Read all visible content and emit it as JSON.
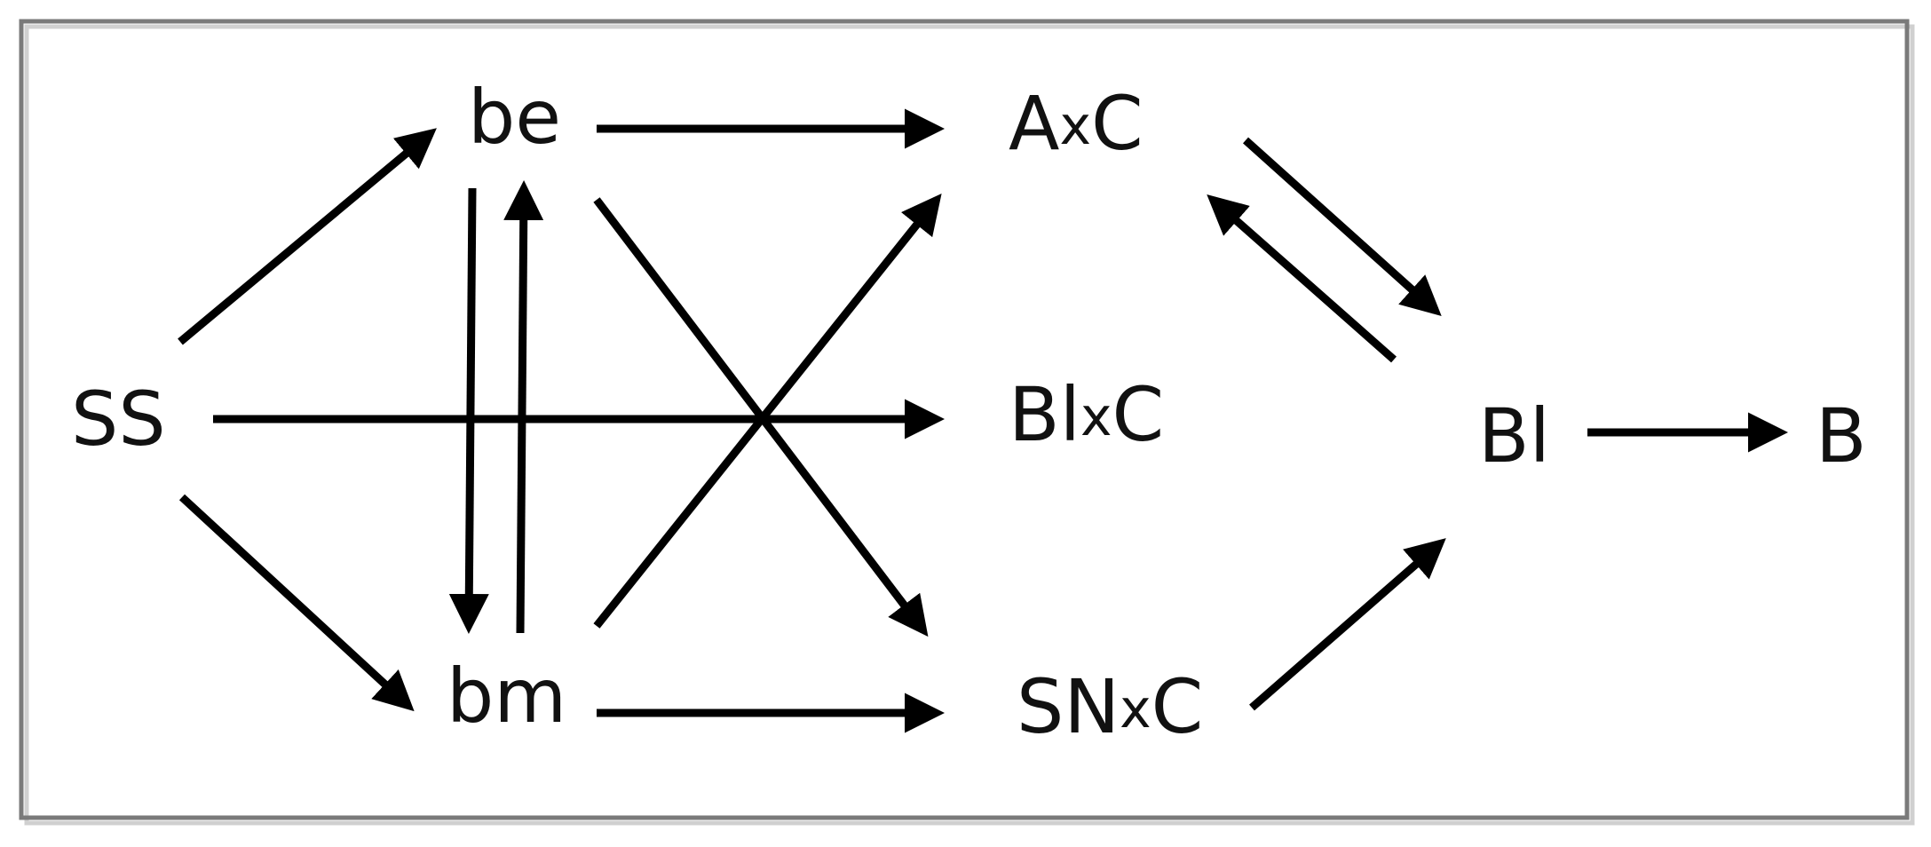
{
  "diagram": {
    "nodes": [
      {
        "id": "ss",
        "parts": [
          {
            "t": "SS"
          }
        ]
      },
      {
        "id": "be",
        "parts": [
          {
            "t": "be"
          }
        ]
      },
      {
        "id": "bm",
        "parts": [
          {
            "t": "bm"
          }
        ]
      },
      {
        "id": "axc",
        "parts": [
          {
            "t": "A"
          },
          {
            "t": "x",
            "small": true
          },
          {
            "t": "C"
          }
        ]
      },
      {
        "id": "blxc",
        "parts": [
          {
            "t": "Bl"
          },
          {
            "t": "x",
            "small": true
          },
          {
            "t": "C"
          }
        ]
      },
      {
        "id": "snxc",
        "parts": [
          {
            "t": "SN"
          },
          {
            "t": "x",
            "small": true
          },
          {
            "t": "C"
          }
        ]
      },
      {
        "id": "bl",
        "parts": [
          {
            "t": "Bl"
          }
        ]
      },
      {
        "id": "b",
        "parts": [
          {
            "t": "B"
          }
        ]
      }
    ],
    "edges": [
      {
        "from": "ss",
        "to": "be"
      },
      {
        "from": "ss",
        "to": "blxc"
      },
      {
        "from": "ss",
        "to": "bm"
      },
      {
        "from": "be",
        "to": "axc"
      },
      {
        "from": "be",
        "to": "bm"
      },
      {
        "from": "bm",
        "to": "be"
      },
      {
        "from": "be",
        "to": "snxc"
      },
      {
        "from": "bm",
        "to": "axc"
      },
      {
        "from": "bm",
        "to": "snxc"
      },
      {
        "from": "axc",
        "to": "bl"
      },
      {
        "from": "bl",
        "to": "axc"
      },
      {
        "from": "snxc",
        "to": "bl"
      },
      {
        "from": "bl",
        "to": "b"
      }
    ]
  }
}
